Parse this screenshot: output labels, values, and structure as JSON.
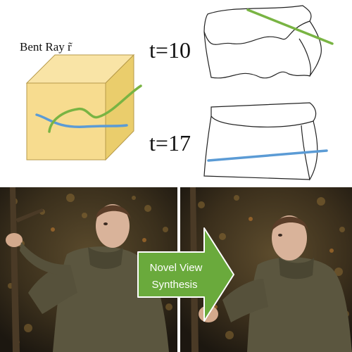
{
  "diagram": {
    "bent_ray_label": "Bent Ray r̃",
    "time_labels": [
      "t=10",
      "t=17"
    ],
    "colors": {
      "cube_fill": "#f7dc8f",
      "cube_top": "#f9e4a6",
      "cube_side": "#eacd6c",
      "cube_stroke": "#b79a4a",
      "bent_ray": "#79b443",
      "straight_ray": "#5b9bd5",
      "outline": "#222222"
    }
  },
  "photos": {
    "left_frame": "input view photo",
    "right_frame": "novel view photo"
  },
  "arrow": {
    "line1": "Novel View",
    "line2": "Synthesis",
    "color": "#6aaa3c"
  }
}
